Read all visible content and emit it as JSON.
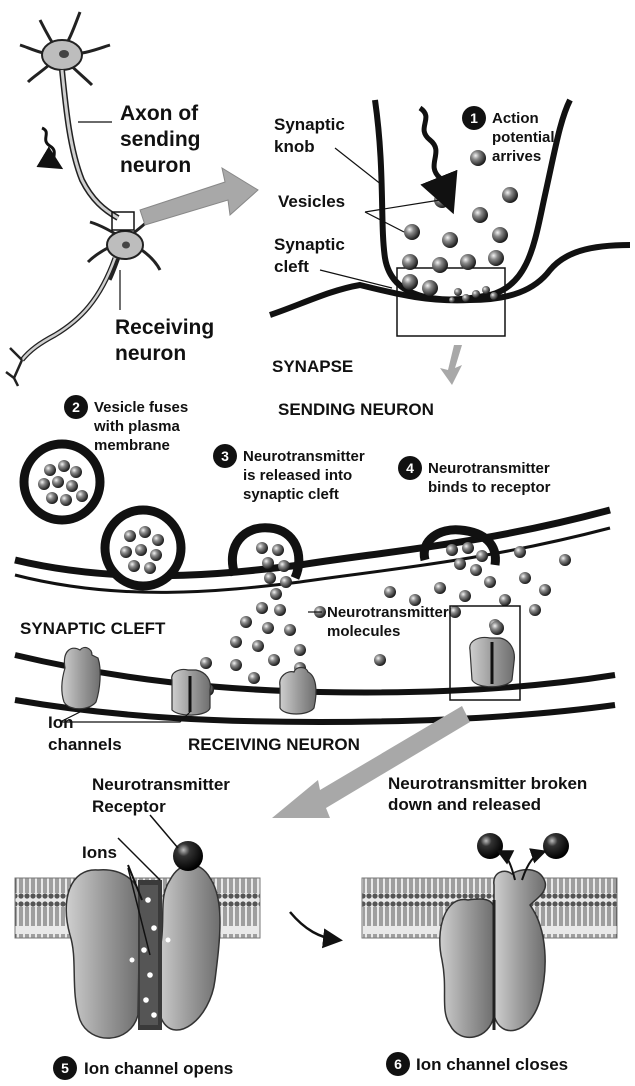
{
  "labels": {
    "axon": [
      "Axon of",
      "sending",
      "neuron"
    ],
    "receiving_neuron": [
      "Receiving",
      "neuron"
    ],
    "synaptic_knob": [
      "Synaptic",
      "knob"
    ],
    "vesicles": "Vesicles",
    "synaptic_cleft_small": [
      "Synaptic",
      "cleft"
    ],
    "synapse": "SYNAPSE",
    "sending_neuron": "SENDING NEURON",
    "synaptic_cleft_big": "SYNAPTIC CLEFT",
    "nt_molecules": [
      "Neurotransmitter",
      "molecules"
    ],
    "ion_channels": [
      "Ion",
      "channels"
    ],
    "receiving_neuron_caps": "RECEIVING NEURON",
    "neurotransmitter": "Neurotransmitter",
    "receptor": "Receptor",
    "ions": "Ions",
    "broken_down": [
      "Neurotransmitter broken",
      "down and released"
    ]
  },
  "steps": [
    {
      "num": "1",
      "text": [
        "Action",
        "potential",
        "arrives"
      ]
    },
    {
      "num": "2",
      "text": [
        "Vesicle fuses",
        "with plasma",
        "membrane"
      ]
    },
    {
      "num": "3",
      "text": [
        "Neurotransmitter",
        "is released into",
        "synaptic cleft"
      ]
    },
    {
      "num": "4",
      "text": [
        "Neurotransmitter",
        "binds to receptor"
      ]
    },
    {
      "num": "5",
      "text": [
        "Ion channel opens"
      ]
    },
    {
      "num": "6",
      "text": [
        "Ion channel closes"
      ]
    }
  ],
  "colors": {
    "ink": "#111111",
    "protein_gray": "#9a9a9a",
    "membrane_gray": "#7a7a7a",
    "arrow_gray": "#a8a8a8"
  }
}
